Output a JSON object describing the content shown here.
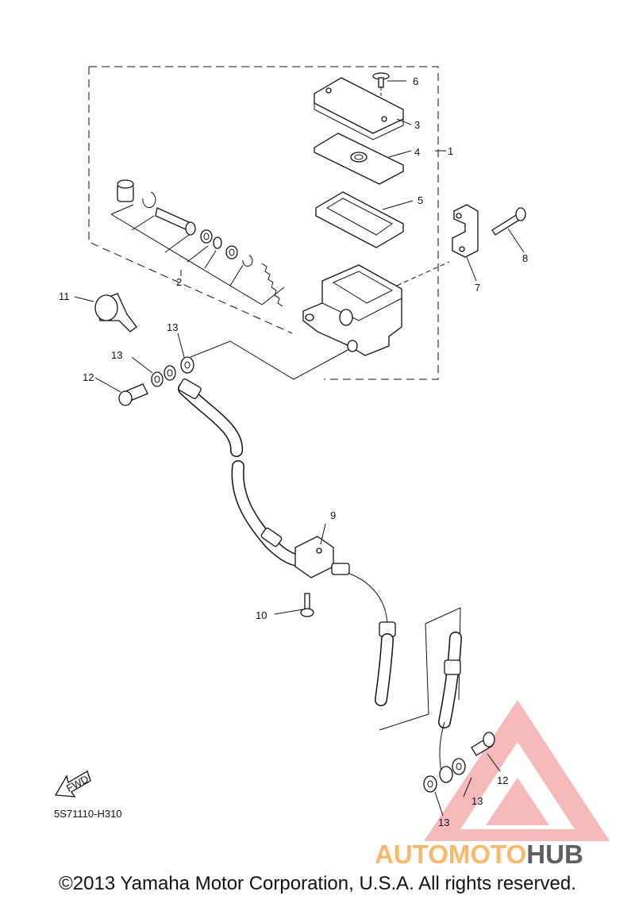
{
  "diagram": {
    "code": "5S71110-H310",
    "copyright": "©2013 Yamaha Motor Corporation, U.S.A. All rights reserved.",
    "fwd_label": "FWD",
    "watermark": {
      "part1": "AUTOMOTO",
      "part2": "HUB"
    },
    "callouts": {
      "c1": "1",
      "c2": "2",
      "c3": "3",
      "c4": "4",
      "c5": "5",
      "c6": "6",
      "c7": "7",
      "c8": "8",
      "c9": "9",
      "c10": "10",
      "c11": "11",
      "c12a": "12",
      "c12b": "12",
      "c13a": "13",
      "c13b": "13",
      "c13c": "13",
      "c13d": "13"
    }
  },
  "colors": {
    "watermark_light": "#f6b96e",
    "watermark_dark": "#5f5f5f",
    "watermark_triangle": "#f08080"
  }
}
